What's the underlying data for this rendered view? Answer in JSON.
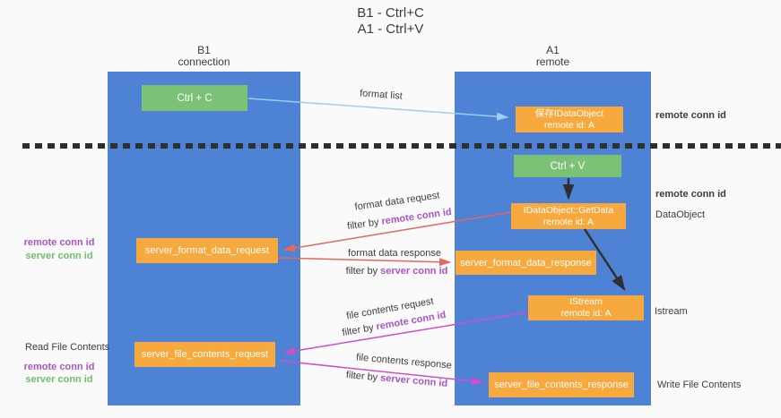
{
  "title": {
    "line1": "B1 - Ctrl+C",
    "line2": "A1 - Ctrl+V"
  },
  "lifelines": {
    "left": {
      "name": "B1",
      "role": "connection"
    },
    "right": {
      "name": "A1",
      "role": "remote"
    }
  },
  "boxes": {
    "ctrl_c": "Ctrl + C",
    "ctrl_v": "Ctrl + V",
    "save_idataobject": {
      "line1": "保存IDataObject",
      "line2": "remote id: A"
    },
    "getdata": {
      "line1": "IDataObject::GetData",
      "line2": "remote id: A"
    },
    "istream": {
      "line1": "IStream",
      "line2": "remote id: A"
    },
    "server_format_data_request": "server_format_data_request",
    "server_format_data_response": "server_format_data_response",
    "server_file_contents_request": "server_file_contents_request",
    "server_file_contents_response": "server_file_contents_response"
  },
  "arrow_labels": {
    "format_list": "format list",
    "format_data_request": "format data request",
    "format_data_response": "format data response",
    "file_contents_request": "file contents request",
    "file_contents_response": "file contents response",
    "filter_by": "filter by "
  },
  "shared": {
    "remote_conn_id": "remote conn id",
    "server_conn_id": "server conn id"
  },
  "side_labels": {
    "dataobject": "DataObject",
    "istream": "Istream",
    "read_file_contents": "Read File Contents",
    "write_file_contents": "Write File Contents"
  },
  "colors": {
    "column_blue": "#4d82d5",
    "box_green": "#7cc276",
    "box_orange": "#f8a93e",
    "arrow_red": "#e5685e",
    "arrow_magenta": "#cf4fc6",
    "arrow_light_blue": "#9fcdec",
    "arrow_black": "#2f2f2f",
    "text_purple": "#a855c8",
    "text_green": "#6fbe70"
  }
}
